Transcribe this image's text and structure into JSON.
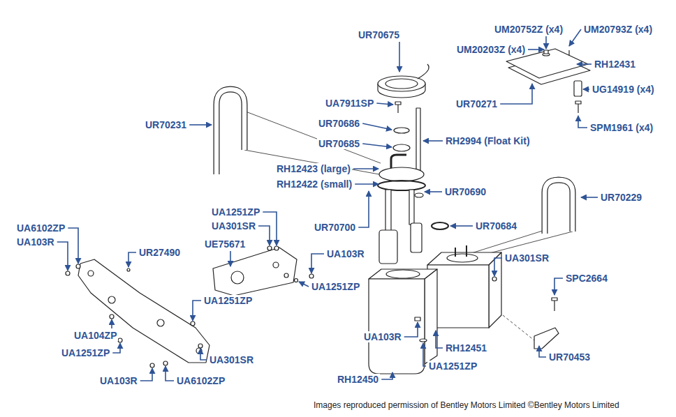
{
  "diagram": {
    "caption": "Images reproduced permission of Bentley Motors Limited ©Bentley Motors Limited",
    "labels": [
      "UM20752Z (x4)",
      "UM20793Z (x4)",
      "UM20203Z (x4)",
      "RH12431",
      "UR70675",
      "UG14919 (x4)",
      "UR70271",
      "SPM1961 (x4)",
      "UA7911SP",
      "UR70231",
      "UR70686",
      "RH2994 (Float Kit)",
      "UR70685",
      "RH12423 (large)",
      "RH12422 (small)",
      "UR70690",
      "UR70229",
      "UR70700",
      "UR70684",
      "UA6102ZP",
      "UA103R",
      "UA1251ZP",
      "UA301SR",
      "UE75671",
      "UR27490",
      "UA103R",
      "UA1251ZP",
      "UA301SR",
      "SPC2664",
      "UA104ZP",
      "UA1251ZP",
      "UA1251ZP",
      "UA301SR",
      "UA103R",
      "UA6102ZP",
      "UA103R",
      "RH12451",
      "UA1251ZP",
      "UR70453",
      "RH12450"
    ]
  }
}
